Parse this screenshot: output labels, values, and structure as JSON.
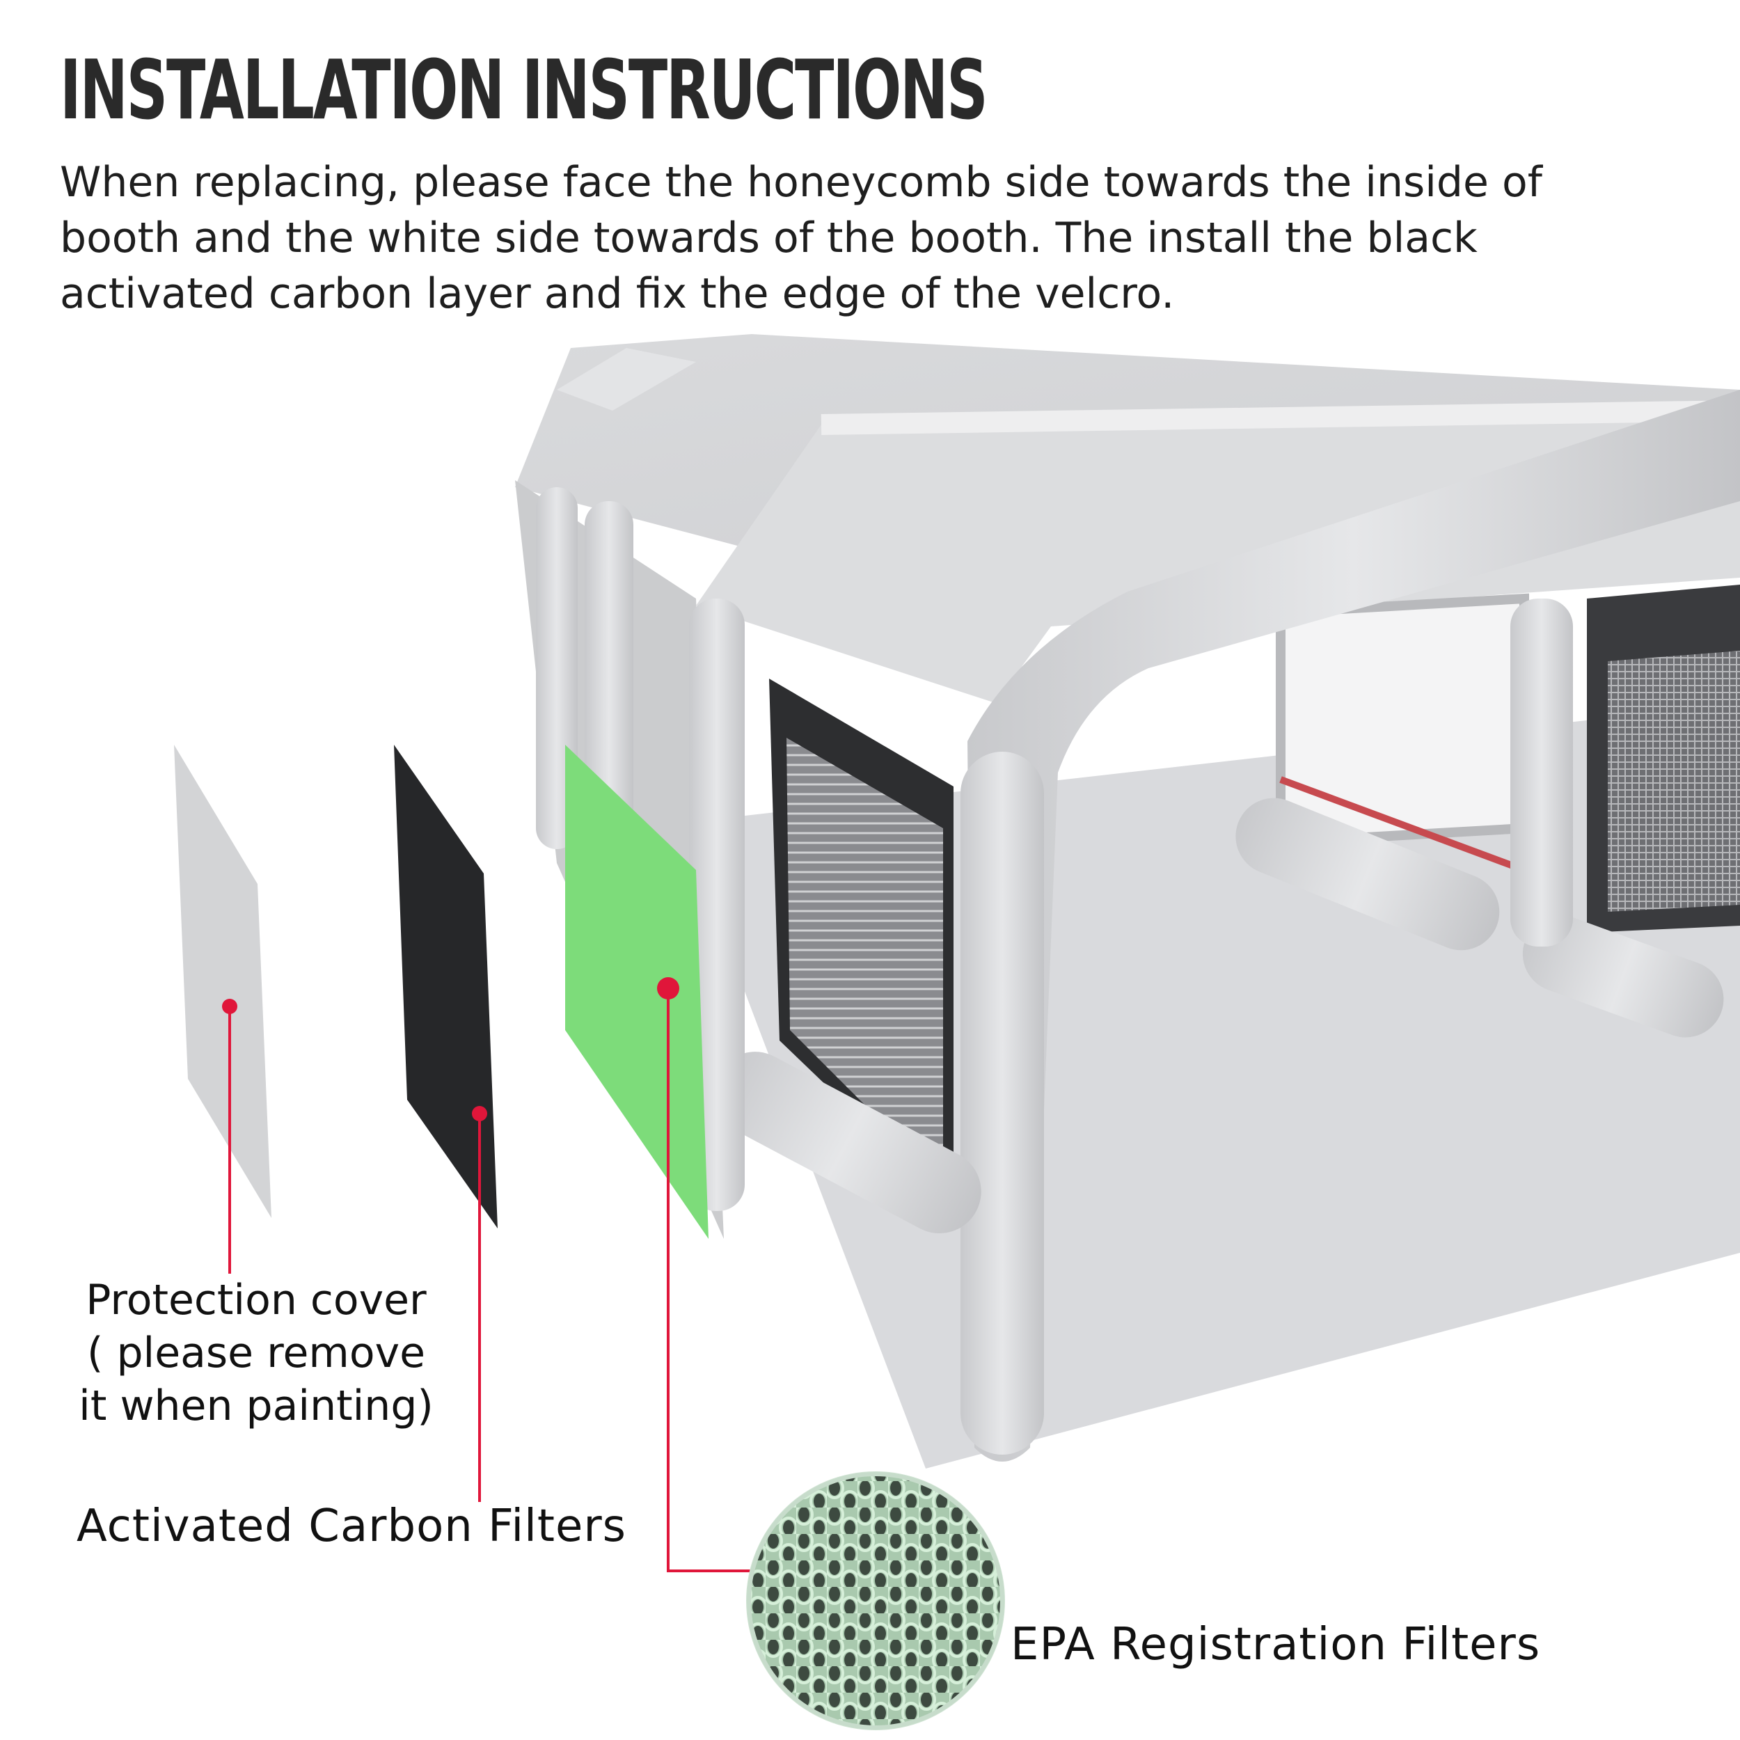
{
  "heading": {
    "title": "INSTALLATION INSTRUCTIONS",
    "description_lines": [
      "When replacing, please face the honeycomb side towards the inside of",
      "booth and the white side towards of the booth. The install the black",
      "activated carbon layer and fix the edge of the velcro."
    ]
  },
  "callouts": {
    "protection_cover": {
      "lines": [
        "Protection cover",
        "( please remove",
        "it when painting)"
      ],
      "panel_color": "#d3d4d6"
    },
    "activated_carbon": {
      "label": "Activated Carbon Filters",
      "panel_color": "#262729"
    },
    "epa_filter": {
      "label": "EPA Registration Filters",
      "panel_color": "#7ddc7a"
    }
  },
  "colors": {
    "leader_line": "#e0163a",
    "booth_body": "#d6d7d9",
    "booth_shadow": "#bfc0c3",
    "heading_text": "#2a2a2a"
  },
  "icons": [
    "inflatable-paint-booth",
    "honeycomb-texture-magnifier"
  ]
}
